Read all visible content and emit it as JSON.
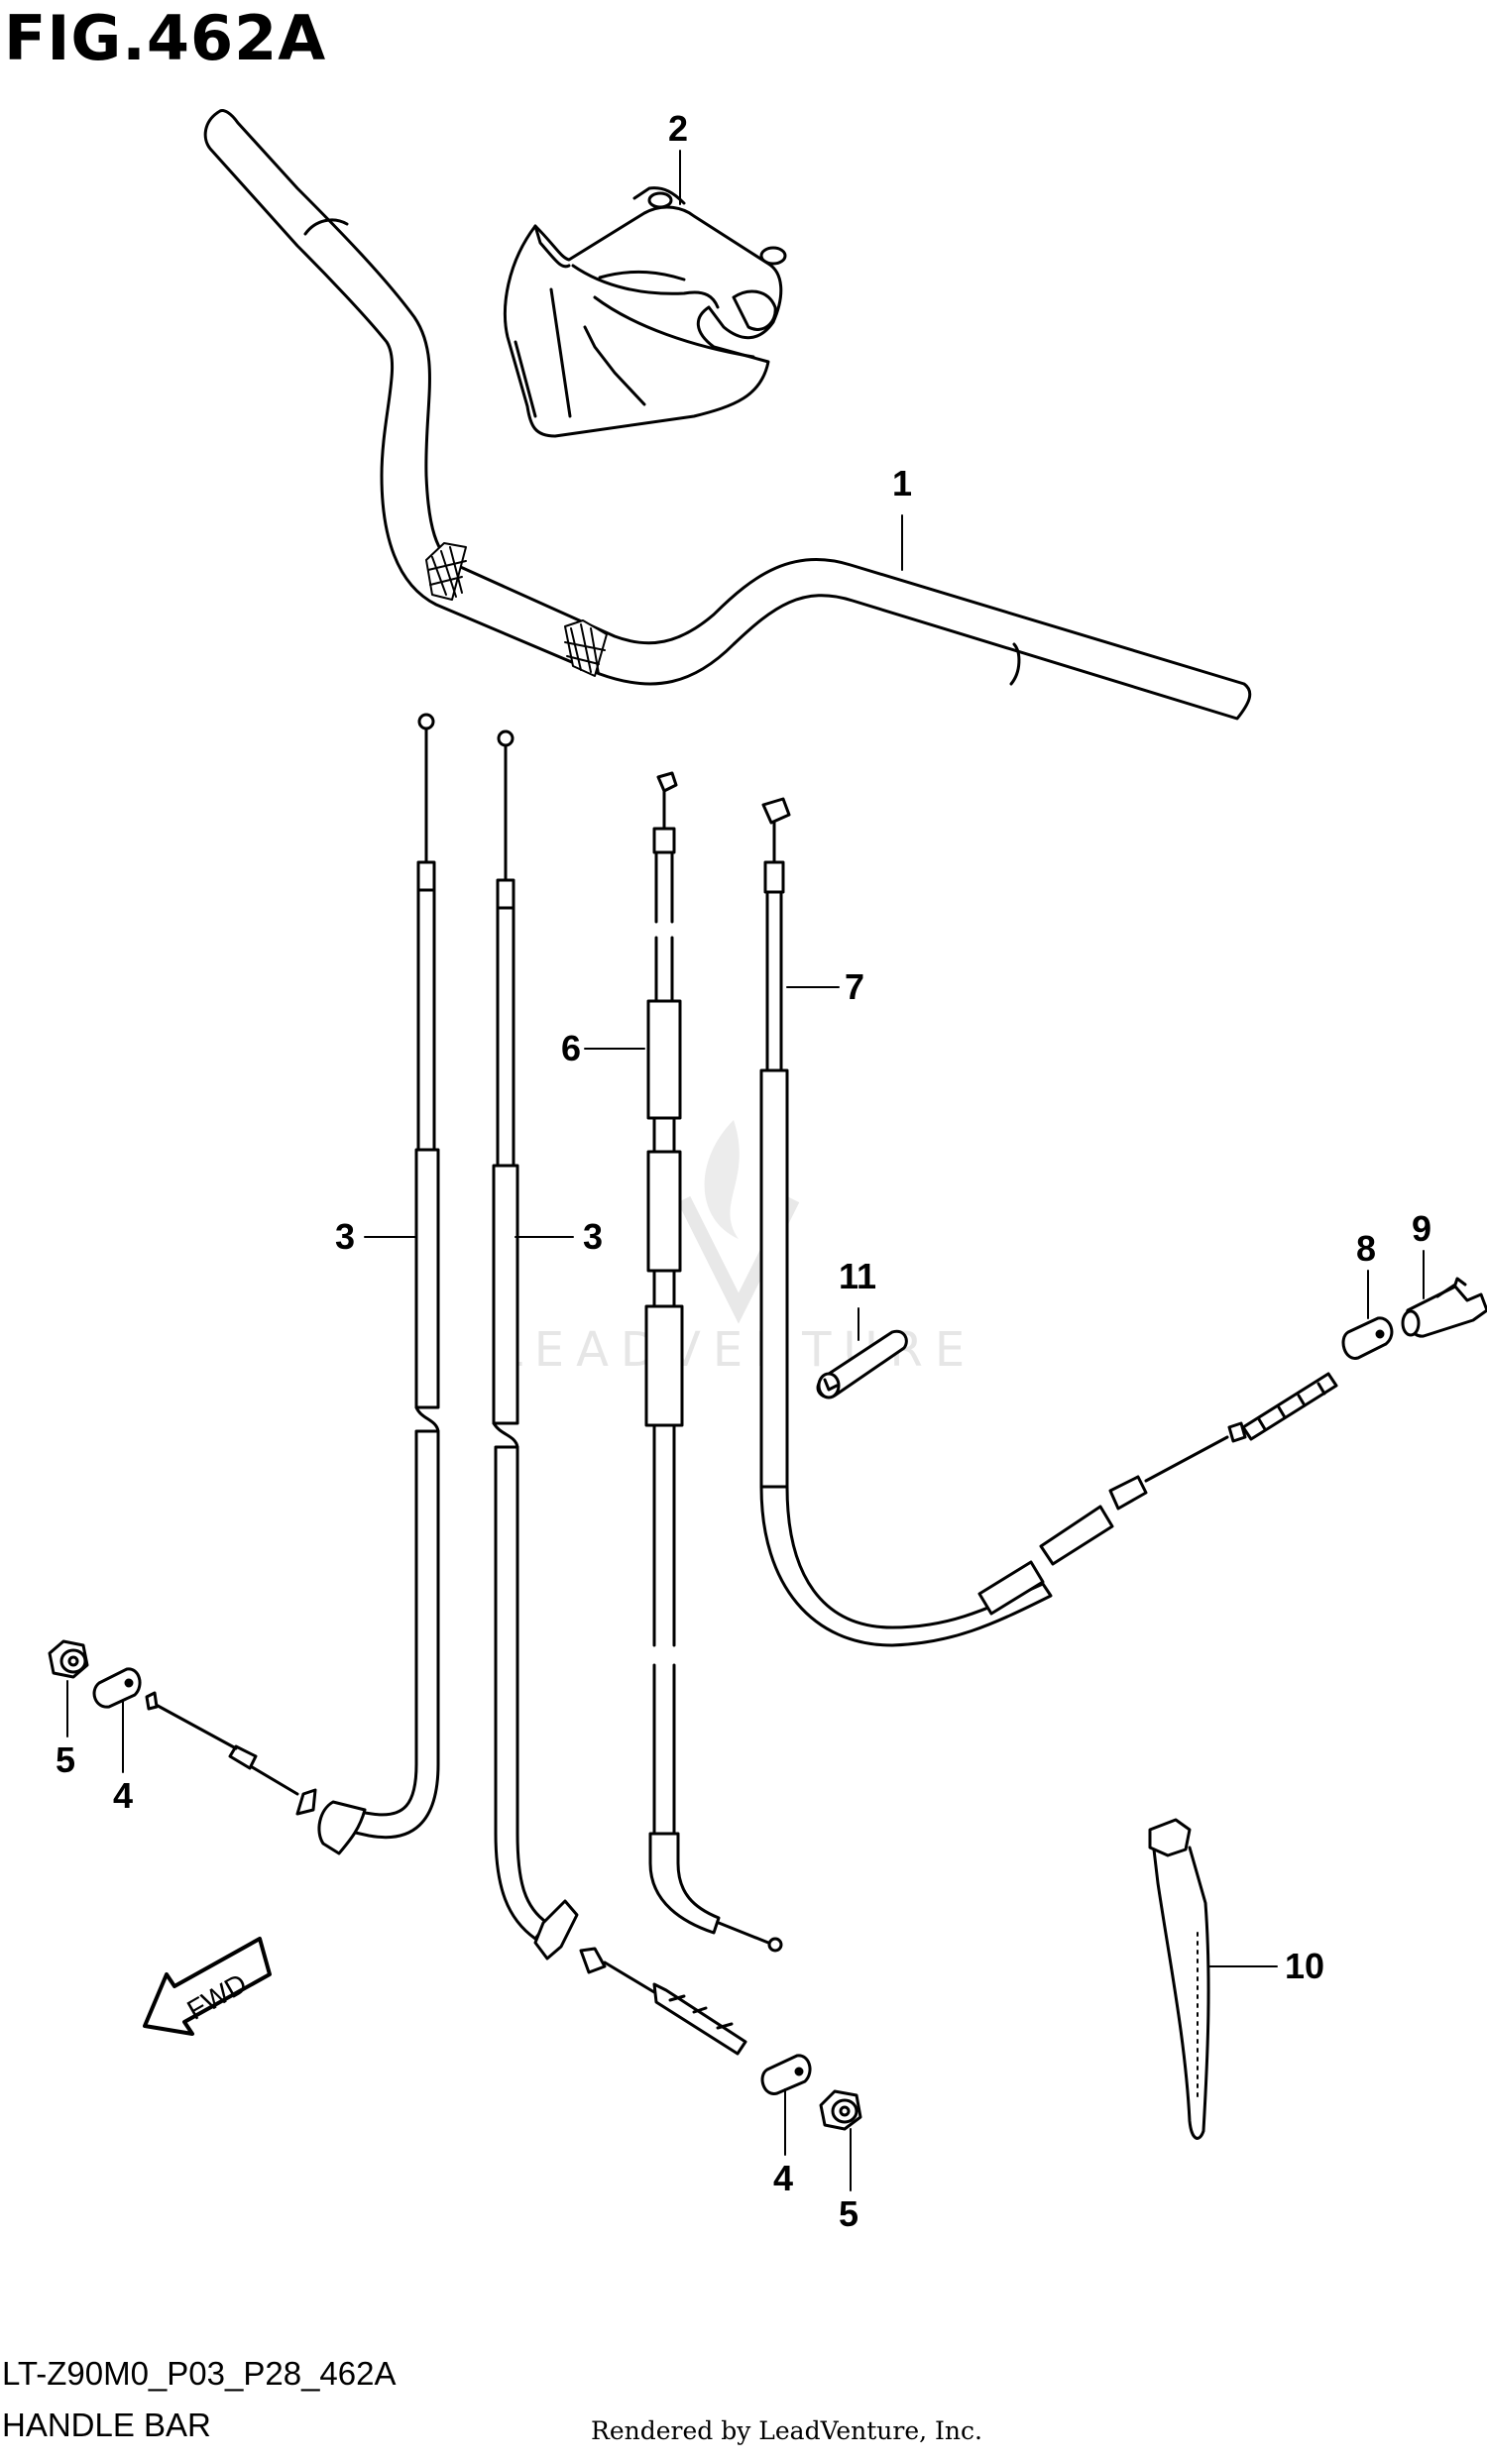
{
  "figure": {
    "title": "FIG.462A"
  },
  "footer": {
    "code": "LT-Z90M0_P03_P28_462A",
    "name": "HANDLE BAR",
    "rendered_by": "Rendered by LeadVenture, Inc."
  },
  "watermark": {
    "text": "LEADVENTURE"
  },
  "direction_arrow": {
    "label": "FWD"
  },
  "callouts": {
    "c1": "1",
    "c2": "2",
    "c3a": "3",
    "c3b": "3",
    "c4a": "4",
    "c4b": "4",
    "c5a": "5",
    "c5b": "5",
    "c6": "6",
    "c7": "7",
    "c8": "8",
    "c9": "9",
    "c10": "10",
    "c11": "11"
  },
  "colors": {
    "line": "#000000",
    "background": "#ffffff",
    "watermark": "#e6e6e6"
  }
}
